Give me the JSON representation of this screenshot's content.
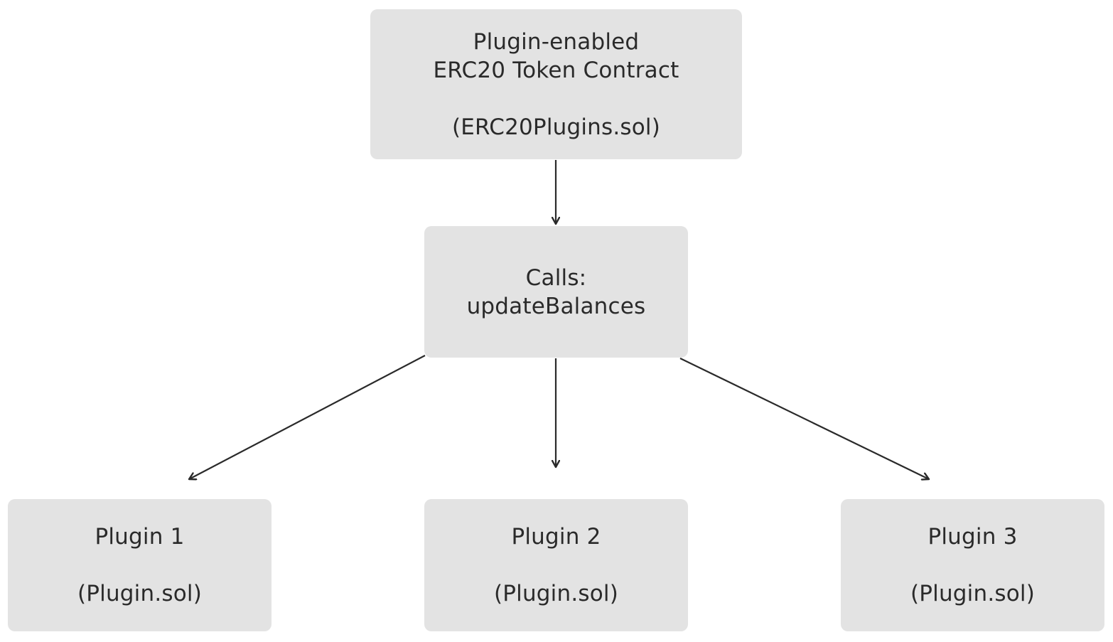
{
  "nodes": {
    "erc20": {
      "line1": "Plugin-enabled",
      "line2": "ERC20 Token Contract",
      "file": "(ERC20Plugins.sol)"
    },
    "calls": {
      "line1": "Calls:",
      "line2": "updateBalances"
    },
    "plugins": [
      {
        "label": "Plugin 1",
        "file": "(Plugin.sol)"
      },
      {
        "label": "Plugin 2",
        "file": "(Plugin.sol)"
      },
      {
        "label": "Plugin 3",
        "file": "(Plugin.sol)"
      }
    ]
  },
  "edges": [
    {
      "from": "erc20",
      "to": "calls"
    },
    {
      "from": "calls",
      "to": "plugin-1"
    },
    {
      "from": "calls",
      "to": "plugin-2"
    },
    {
      "from": "calls",
      "to": "plugin-3"
    }
  ],
  "colors": {
    "node_fill": "#e3e3e3",
    "text": "#2a2a2a",
    "edge": "#2a2a2a"
  }
}
